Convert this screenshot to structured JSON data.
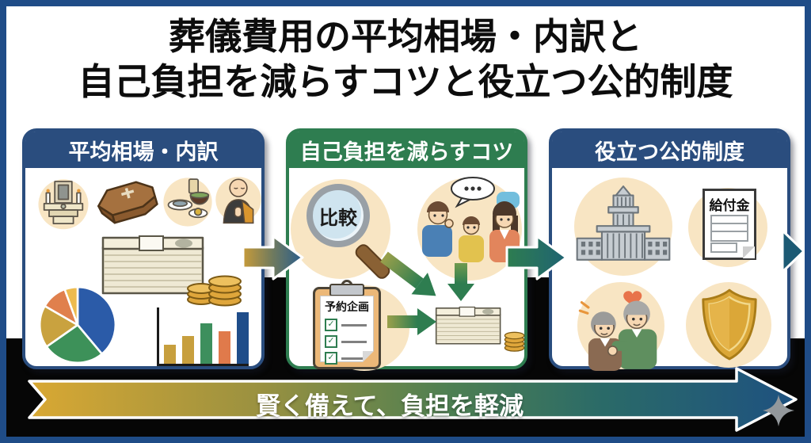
{
  "title": {
    "line1": "葬儀費用の平均相場・内訳と",
    "line2": "自己負担を減らすコツと役立つ公的制度"
  },
  "panels": {
    "market": {
      "header": "平均相場・内訳"
    },
    "tips": {
      "header": "自己負担を減らすコツ",
      "magnifier_label": "比較",
      "clipboard_title": "予約企画"
    },
    "public": {
      "header": "役立つ公的制度",
      "document_title": "給付金"
    }
  },
  "banner": {
    "text": "賢く備えて、負担を軽減"
  },
  "glyphs": {
    "check": "✓"
  },
  "colors": {
    "frame": "#1f4c87",
    "panel_navy": "#2a4d7e",
    "panel_green": "#2e7d50",
    "peach_circle": "#f8e5c3",
    "background_lower": "#060606",
    "banner_gradient": [
      "#d9a833",
      "#9a9140",
      "#4d7f52",
      "#2a6a68",
      "#1e5180"
    ]
  },
  "chart_data": [
    {
      "type": "pie",
      "title": "funeral cost breakdown (decorative, unlabeled)",
      "slices": [
        {
          "value": 140,
          "color": "#2b5ba8"
        },
        {
          "value": 95,
          "color": "#3d9159"
        },
        {
          "value": 65,
          "color": "#c9a23f"
        },
        {
          "value": 40,
          "color": "#e0804d"
        },
        {
          "value": 20,
          "color": "#edbb4f"
        }
      ],
      "unit": "degrees"
    },
    {
      "type": "bar",
      "title": "cost bars (decorative, unlabeled)",
      "values": [
        34,
        50,
        72,
        58,
        92
      ],
      "colors": [
        "#c79f3e",
        "#c79f3e",
        "#3d8f5d",
        "#e07a4b",
        "#1f4d8a"
      ],
      "ylim": [
        0,
        100
      ]
    }
  ]
}
